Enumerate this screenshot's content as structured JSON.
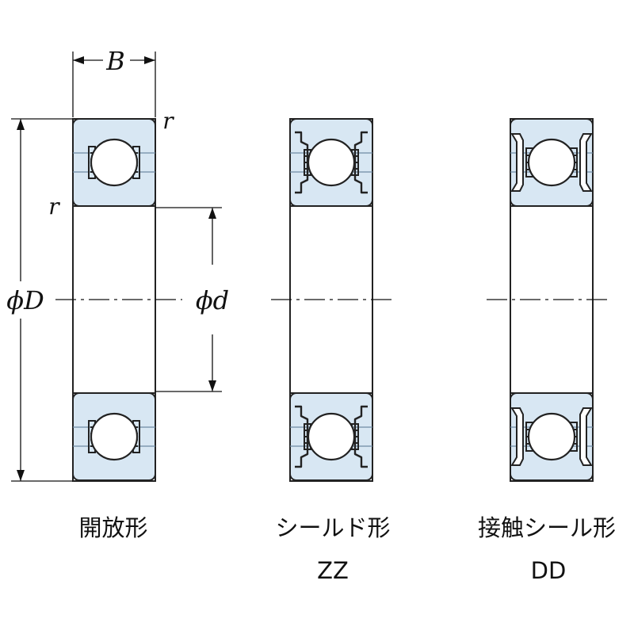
{
  "labels": {
    "width": "B",
    "radius": "r",
    "outer_diameter": "ϕD",
    "bore_diameter": "ϕd"
  },
  "types": [
    {
      "name": "開放形",
      "code": ""
    },
    {
      "name": "シールド形",
      "code": "ZZ"
    },
    {
      "name": "接触シール形",
      "code": "DD"
    }
  ]
}
